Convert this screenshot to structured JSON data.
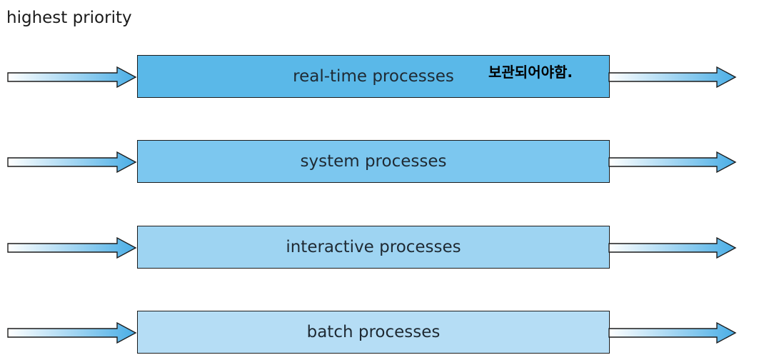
{
  "heading": "highest priority",
  "queues": [
    {
      "label": "real-time processes",
      "color": "#5ab8e8",
      "note": "보관되어야함."
    },
    {
      "label": "system processes",
      "color": "#7cc7ef"
    },
    {
      "label": "interactive processes",
      "color": "#9ed4f2"
    },
    {
      "label": "batch processes",
      "color": "#b5ddf5"
    }
  ]
}
